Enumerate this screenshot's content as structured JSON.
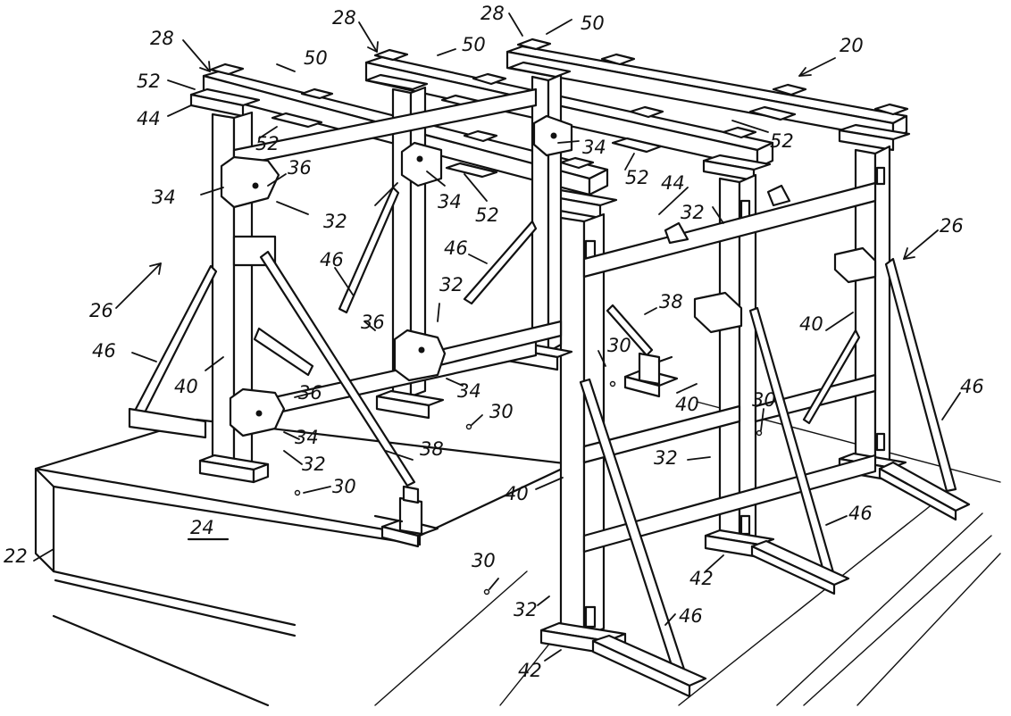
{
  "labels": {
    "n20": "20",
    "n22": "22",
    "n24": "24",
    "n26": "26",
    "n28": "28",
    "n30": "30",
    "n32": "32",
    "n34": "34",
    "n36": "36",
    "n38": "38",
    "n40": "40",
    "n42": "42",
    "n44": "44",
    "n46": "46",
    "n50": "50",
    "n52": "52"
  },
  "colors": {
    "line": "#111111",
    "background": "#ffffff"
  }
}
